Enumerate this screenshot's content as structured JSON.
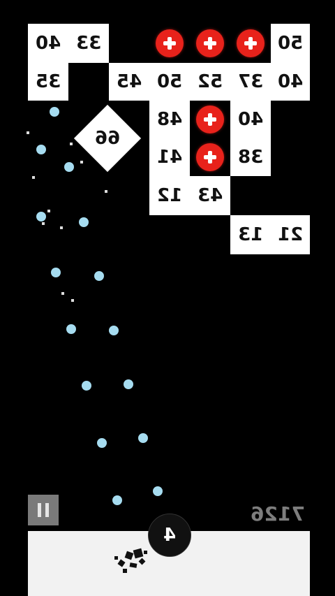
{
  "game": {
    "score": "7126",
    "ball_count": "4",
    "pause_icon": "pause-icon",
    "powerup_icon": "plus-icon",
    "colors": {
      "background": "#000000",
      "brick": "#ffffff",
      "powerup": "#e8221b",
      "ball": "#a6dcf0",
      "floor": "#f2f2f2"
    }
  },
  "bricks": [
    {
      "value": "40"
    },
    {
      "value": "33"
    },
    {
      "value": "50"
    },
    {
      "value": "35"
    },
    {
      "value": "45"
    },
    {
      "value": "50"
    },
    {
      "value": "52"
    },
    {
      "value": "37"
    },
    {
      "value": "40"
    },
    {
      "value": "48"
    },
    {
      "value": "40"
    },
    {
      "value": "41"
    },
    {
      "value": "38"
    },
    {
      "value": "12"
    },
    {
      "value": "43"
    },
    {
      "value": "13"
    },
    {
      "value": "21"
    }
  ],
  "diamond": {
    "value": "66"
  }
}
